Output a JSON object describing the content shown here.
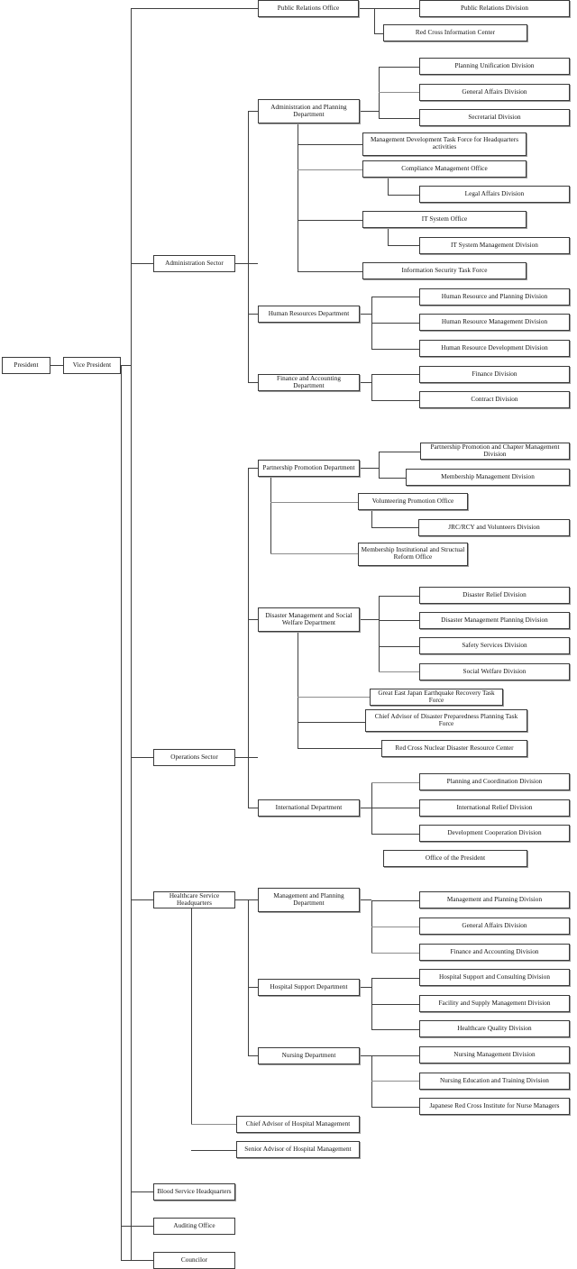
{
  "title": "Japanese Red Cross Society Organization Chart",
  "colors": {
    "box_border": "#3a3a3a",
    "line": "#3f3f3f",
    "line_light": "#8d8d8d",
    "background": "#ffffff",
    "text": "#111111"
  },
  "nodes": {
    "president": "President",
    "vice_president": "Vice President",
    "public_relations_office": "Public Relations Office",
    "public_relations_division": "Public Relations Division",
    "red_cross_information_center": "Red Cross Information Center",
    "administration_sector": "Administration Sector",
    "administration_planning_department": "Administration and Planning Department",
    "planning_unification_division": "Planning Unification Division",
    "general_affairs_division": "General Affairs Division",
    "secretarial_division": "Secretarial Division",
    "management_development_task_force": "Management Development Task Force for Headquarters activities",
    "compliance_management_office": "Compliance Management Office",
    "legal_affairs_division": "Legal Affairs Division",
    "it_system_office": "IT System Office",
    "it_system_management_division": "IT System Management Division",
    "information_security_task_force": "Information Security Task Force",
    "human_resources_department": "Human Resources Department",
    "human_resource_planning_division": "Human Resource and Planning Division",
    "human_resource_management_division": "Human Resource Management Division",
    "human_resource_development_division": "Human Resource Development Division",
    "finance_accounting_department": "Finance and Accounting Department",
    "finance_division": "Finance Division",
    "contract_division": "Contract Division",
    "operations_sector": "Operations Sector",
    "partnership_promotion_department": "Partnership Promotion Department",
    "partnership_promotion_chapter_management_division": "Partnership Promotion and Chapter Management Division",
    "membership_management_division": "Membership Management Division",
    "volunteering_promotion_office": "Volunteering Promotion Office",
    "jrc_rcy_volunteers_division": "JRC/RCY and Volunteers Division",
    "membership_institutional_structual_reform_office": "Membership Institutional and Structual  Reform Office",
    "disaster_management_social_welfare_department": "Disaster Management and Social Welfare Department",
    "disaster_relief_division": "Disaster Relief Division",
    "disaster_management_planning_division": "Disaster Management Planning Division",
    "safety_services_division": "Safety Services Division",
    "social_welfare_division": "Social Welfare Division",
    "great_east_japan_earthquake_recovery_task_force": "Great East Japan Earthquake Recovery Task Force",
    "chief_advisor_disaster_preparedness": "Chief Advisor of Disaster Preparedness Planning Task Force",
    "red_cross_nuclear_disaster_resource_center": "Red Cross Nuclear Disaster Resource Center",
    "international_department": "International Department",
    "planning_coordination_division": "Planning and Coordination Division",
    "international_relief_division": "International Relief Division",
    "development_cooperation_division": "Development Cooperation Division",
    "office_of_the_president": "Office of the President",
    "healthcare_service_headquarters": "Healthcare Service Headquarters",
    "management_planning_department": "Management and Planning Department",
    "management_planning_division": "Management and Planning Division",
    "hc_general_affairs_division": "General Affairs Division",
    "finance_accounting_division": "Finance and Accounting Division",
    "hospital_support_department": "Hospital Support Department",
    "hospital_support_consulting_division": "Hospital Support and Consulting Division",
    "facility_supply_management_division": "Facility and Supply Management Division",
    "healthcare_quality_division": "Healthcare Quality Division",
    "nursing_department": "Nursing Department",
    "nursing_management_division": "Nursing Management Division",
    "nursing_education_training_division": "Nursing Education and Training Division",
    "japanese_red_cross_institute_nurse_managers": "Japanese Red Cross Institute for Nurse Managers",
    "chief_advisor_hospital_management": "Chief Advisor of Hospital Management",
    "senior_advisor_hospital_management": "Senior Advisor of Hospital Management",
    "blood_service_headquarters": "Blood Service Headquarters",
    "auditing_office": "Auditing Office",
    "councilor": "Councilor"
  }
}
